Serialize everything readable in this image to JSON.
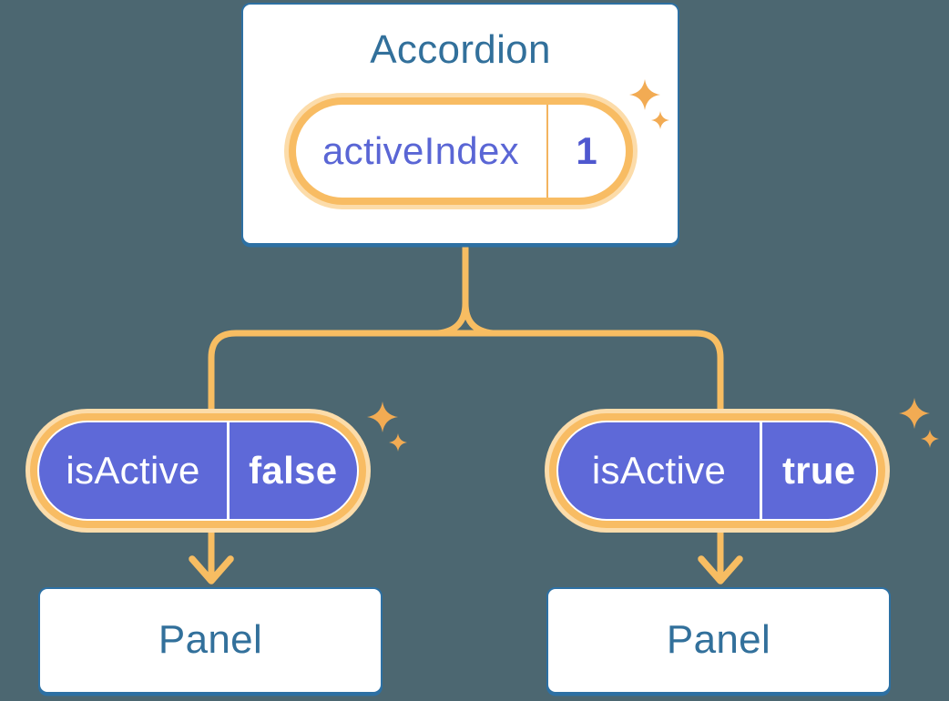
{
  "colors": {
    "background": "#4c6771",
    "card_bg": "#ffffff",
    "blue_border": "#2d70a3",
    "blue_text": "#32709b",
    "orange_line": "#f7bd62",
    "orange_ring": "#f8bc63",
    "orange_glow": "#fcdcaa",
    "orange_divider": "#f3b45f",
    "sparkle": "#f2ab53",
    "purple_fill": "#5e69d8",
    "purple_text": "#5a66d5",
    "purple_value_text": "#4f58cf",
    "pill_text_white": "#ffffff"
  },
  "accordion_card": {
    "title": "Accordion",
    "state_pill": {
      "label": "activeIndex",
      "value": "1"
    }
  },
  "prop_pills": [
    {
      "label": "isActive",
      "value": "false"
    },
    {
      "label": "isActive",
      "value": "true"
    }
  ],
  "panel_cards": [
    {
      "title": "Panel"
    },
    {
      "title": "Panel"
    }
  ],
  "icons": {
    "sparkles": "sparkles-icon",
    "arrow": "arrow-down-icon"
  }
}
